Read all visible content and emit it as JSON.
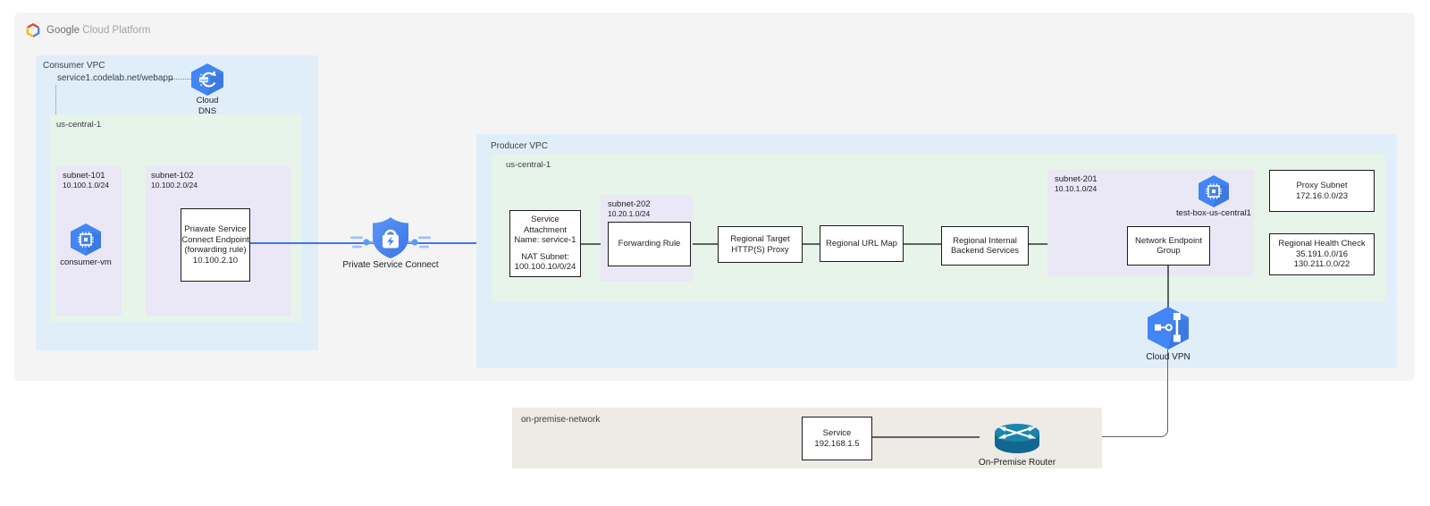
{
  "logo": {
    "google": "Google",
    "cloud_platform": "Cloud Platform"
  },
  "consumer_vpc": {
    "label": "Consumer VPC",
    "dns_record": "service1.codelab.net/webapp",
    "cloud_dns": {
      "label_line1": "Cloud",
      "label_line2": "DNS"
    },
    "region_label": "us-central-1",
    "subnet_101": {
      "name": "subnet-101",
      "cidr": "10.100.1.0/24"
    },
    "consumer_vm_label": "consumer-vm",
    "subnet_102": {
      "name": "subnet-102",
      "cidr": "10.100.2.0/24"
    },
    "psc_endpoint": {
      "line1": "Priavate Service",
      "line2": "Connect Endpoint",
      "line3": "(forwarding rule)",
      "line4": "10.100.2.10"
    }
  },
  "psc_label": "Private Service Connect",
  "producer_vpc": {
    "label": "Producer VPC",
    "region_label": "us-central-1",
    "service_attachment": {
      "line1": "Service",
      "line2": "Attachment",
      "line3": "Name: service-1",
      "line4": "NAT Subnet:",
      "line5": "100.100.10/0/24"
    },
    "subnet_202": {
      "name": "subnet-202",
      "cidr": "10.20.1.0/24"
    },
    "forwarding_rule_label": "Forwarding Rule",
    "regional_target_proxy": {
      "line1": "Regional Target",
      "line2": "HTTP(S) Proxy"
    },
    "regional_url_map_label": "Regional URL Map",
    "regional_backend": {
      "line1": "Regional Internal",
      "line2": "Backend Services"
    },
    "subnet_201": {
      "name": "subnet-201",
      "cidr": "10.10.1.0/24"
    },
    "neg": {
      "line1": "Network Endpoint",
      "line2": "Group"
    },
    "test_box_label": "test-box-us-central1",
    "proxy_subnet": {
      "line1": "Proxy Subnet",
      "line2": "172.16.0.0/23"
    },
    "health_check": {
      "line1": "Regional Health Check",
      "line2": "35.191.0.0/16",
      "line3": "130.211.0.0/22"
    }
  },
  "cloud_vpn_label": "Cloud VPN",
  "on_premise": {
    "label": "on-premise-network",
    "service": {
      "line1": "Service",
      "line2": "192.168.1.5"
    },
    "router_label": "On-Premise Router"
  }
}
